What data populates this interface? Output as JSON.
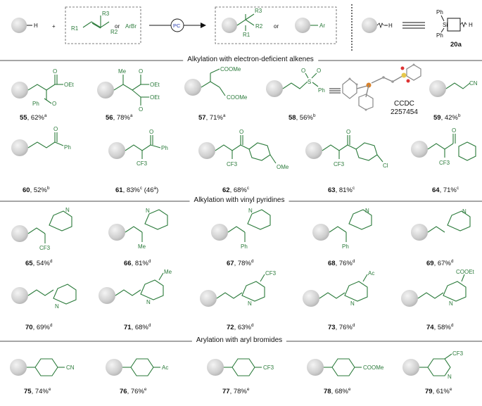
{
  "header": {
    "reactant_h": "H",
    "plus": "+",
    "alkene_r1": "R1",
    "alkene_r2": "R2",
    "alkene_r3": "R3",
    "or1": "or",
    "arbr": "ArBr",
    "catalyst": "PC",
    "prod_r1": "R1",
    "prod_r2": "R2",
    "prod_r3": "R3",
    "or2": "or",
    "prod_ar": "Ar",
    "equiv_h": "H",
    "si": "Si",
    "ph_top": "Ph",
    "ph_bottom": "Ph",
    "si_h": "H",
    "reagent_label": "20a"
  },
  "sections": {
    "s1": "Alkylation with electron-deficient alkenes",
    "s2": "Alkylation with vinyl pyridines",
    "s3": "Arylation with aryl bromides"
  },
  "groups": {
    "oet": "OEt",
    "ph": "Ph",
    "me": "Me",
    "coome": "COOMe",
    "s": "S",
    "o": "O",
    "cn": "CN",
    "cf3": "CF3",
    "ome": "OMe",
    "cl": "Cl",
    "n": "N",
    "ac": "Ac",
    "cooet": "COOEt"
  },
  "crystal": {
    "line1": "CCDC",
    "line2": "2257454"
  },
  "compounds": [
    {
      "id": "55",
      "yield": "62%",
      "note": "a"
    },
    {
      "id": "56",
      "yield": "78%",
      "note": "a"
    },
    {
      "id": "57",
      "yield": "71%",
      "note": "a"
    },
    {
      "id": "58",
      "yield": "56%",
      "note": "b"
    },
    {
      "id": "59",
      "yield": "42%",
      "note": "b"
    },
    {
      "id": "60",
      "yield": "52%",
      "note": "b"
    },
    {
      "id": "61",
      "yield": "83%",
      "note": "c",
      "extra": "(46",
      "extra_note": "a",
      "extra_close": ")"
    },
    {
      "id": "62",
      "yield": "68%",
      "note": "c"
    },
    {
      "id": "63",
      "yield": "81%",
      "note": "c"
    },
    {
      "id": "64",
      "yield": "71%",
      "note": "c"
    },
    {
      "id": "65",
      "yield": "54%",
      "note": "d"
    },
    {
      "id": "66",
      "yield": "81%",
      "note": "d"
    },
    {
      "id": "67",
      "yield": "78%",
      "note": "d"
    },
    {
      "id": "68",
      "yield": "76%",
      "note": "d"
    },
    {
      "id": "69",
      "yield": "67%",
      "note": "d"
    },
    {
      "id": "70",
      "yield": "69%",
      "note": "d"
    },
    {
      "id": "71",
      "yield": "68%",
      "note": "d"
    },
    {
      "id": "72",
      "yield": "63%",
      "note": "d"
    },
    {
      "id": "73",
      "yield": "76%",
      "note": "d"
    },
    {
      "id": "74",
      "yield": "58%",
      "note": "d"
    },
    {
      "id": "75",
      "yield": "74%",
      "note": "e"
    },
    {
      "id": "76",
      "yield": "76%",
      "note": "e"
    },
    {
      "id": "77",
      "yield": "78%",
      "note": "e"
    },
    {
      "id": "78",
      "yield": "68%",
      "note": "e"
    },
    {
      "id": "79",
      "yield": "61%",
      "note": "e"
    }
  ]
}
